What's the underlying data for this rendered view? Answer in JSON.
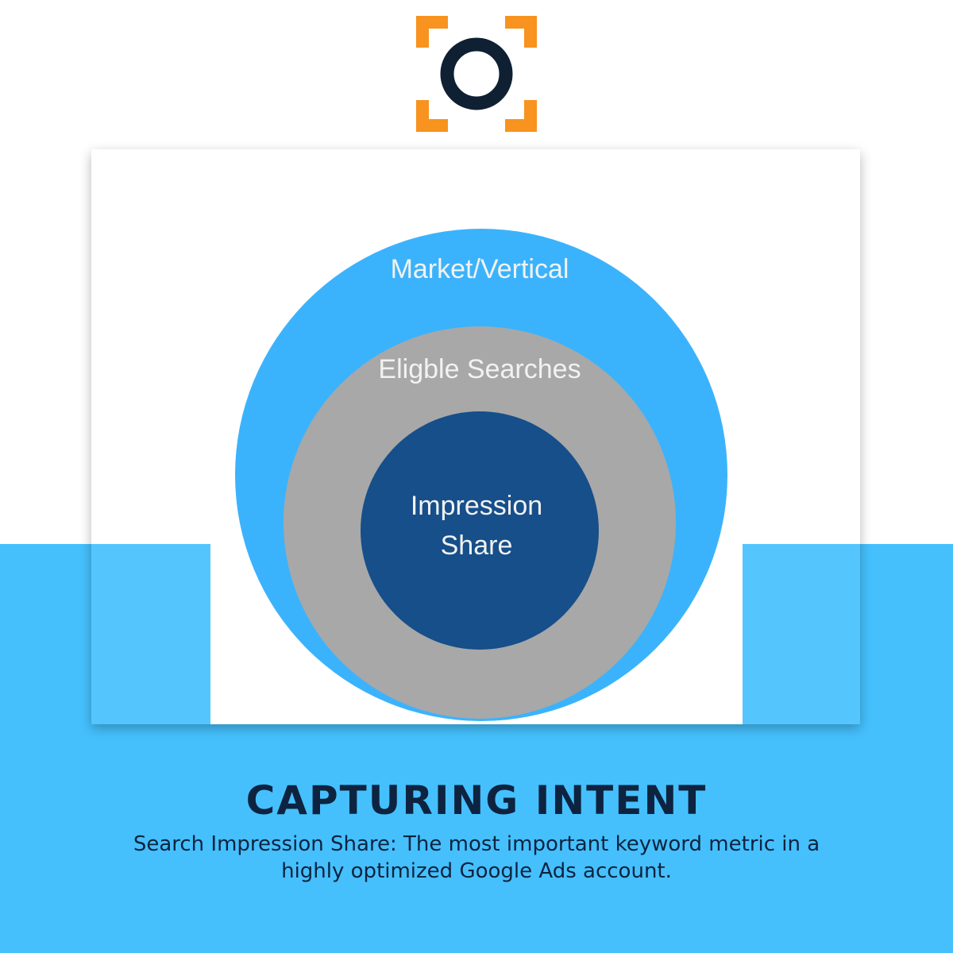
{
  "colors": {
    "band": "#45c0fd",
    "outer_circle": "#3bb3fc",
    "middle_circle": "#a8a8a8",
    "inner_circle": "#164f8a",
    "logo_ring": "#0f2033",
    "logo_bracket": "#f7931e",
    "text_dark": "#0d2340",
    "label_light": "#f2f2f2"
  },
  "diagram": {
    "outer_label": "Market/Vertical",
    "middle_label": "Eligble Searches",
    "inner_label_line1": "Impression",
    "inner_label_line2": "Share"
  },
  "headline": "CAPTURING INTENT",
  "caption": "Search Impression Share: The most important keyword metric in a highly optimized Google Ads account."
}
